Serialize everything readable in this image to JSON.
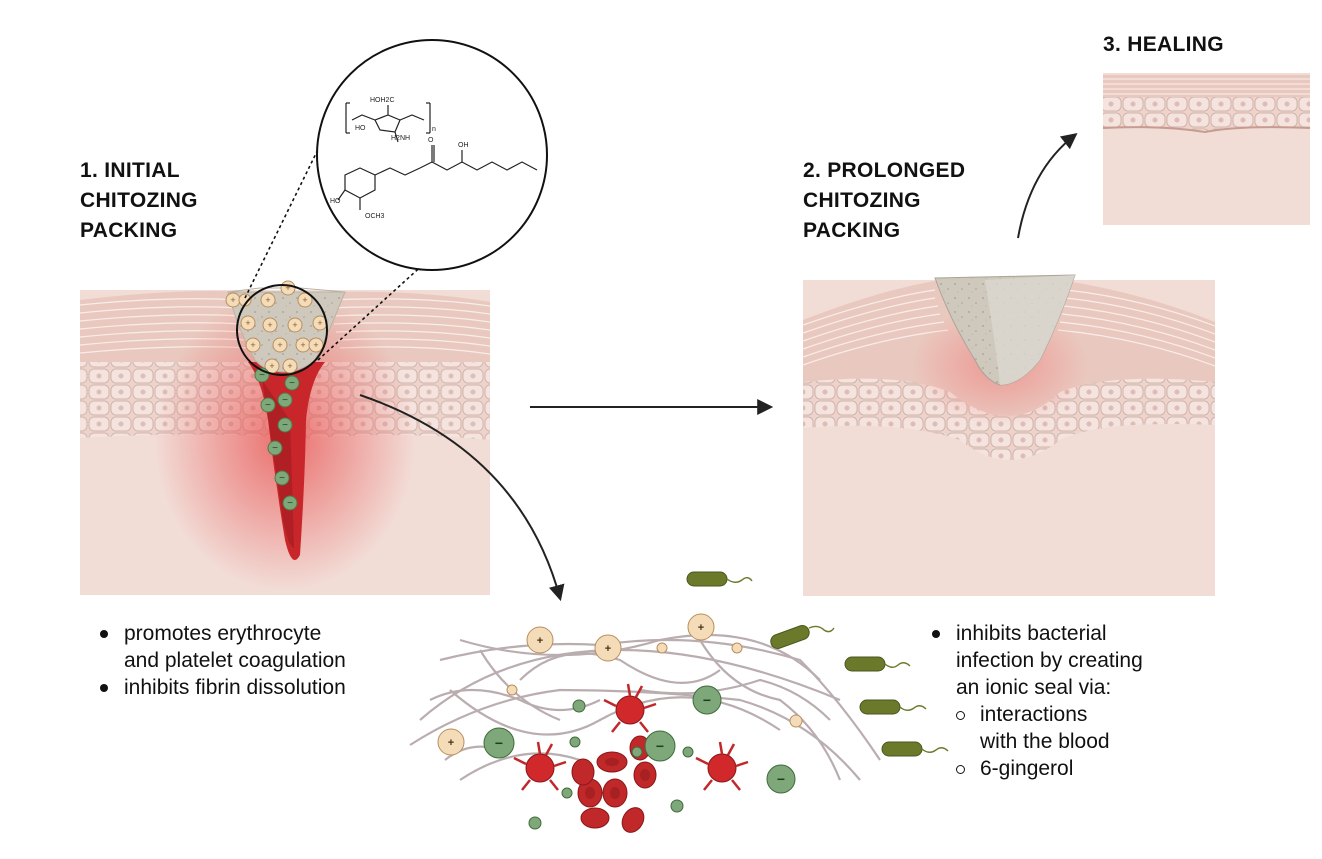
{
  "stages": [
    {
      "title": "1. INITIAL\nCHITOZING\nPACKING"
    },
    {
      "title": "2. PROLONGED\nCHITOZING\nPACKING"
    },
    {
      "title": "3. HEALING"
    }
  ],
  "left_bullets": [
    "promotes erythrocyte\nand platelet coagulation",
    "inhibits fibrin dissolution"
  ],
  "right_bullets": {
    "main": "inhibits bacterial\ninfection by creating\nan ionic seal via:",
    "sub": [
      "interactions\nwith the blood",
      "6-gingerol"
    ]
  },
  "chem_labels": [
    "HOH2C",
    "HO",
    "H2NH",
    "O",
    "HO",
    "OCH3",
    "OH",
    "n"
  ],
  "charges": {
    "positive": "+",
    "negative": "−"
  },
  "colors": {
    "skin_light": "#f3dcd6",
    "skin_dermis": "#e9c7bd",
    "blood": "#c0282a",
    "chitosan_positive": "#f5dcb8",
    "negative_particle": "#7fa87a",
    "bacteria": "#6a7a2a",
    "fibrin": "#b3a5a8"
  }
}
